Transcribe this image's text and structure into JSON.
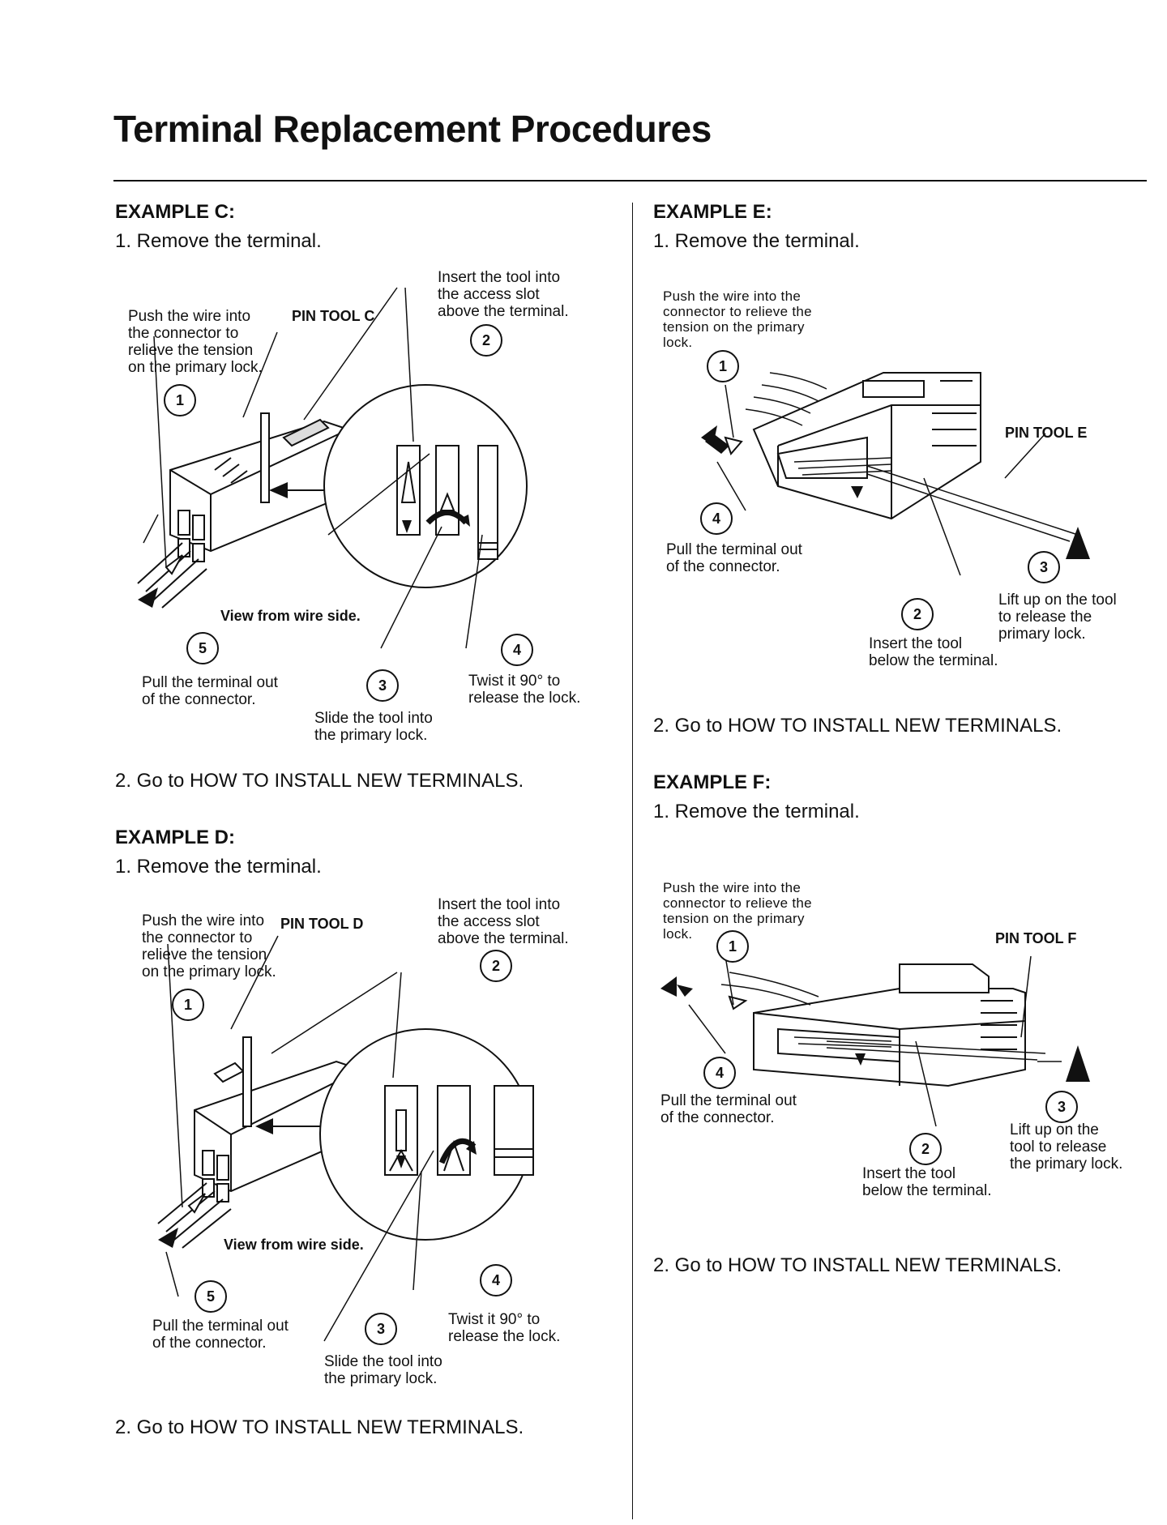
{
  "page_title": "Terminal Replacement Procedures",
  "examples": {
    "c": {
      "heading": "EXAMPLE C:",
      "step1": "1.  Remove the terminal.",
      "step2": "2.  Go to HOW TO INSTALL NEW TERMINALS.",
      "labels": {
        "push": "Push the wire into\nthe connector to\nrelieve the tension\non the primary lock.",
        "pin_tool": "PIN TOOL C",
        "insert": "Insert the tool into\nthe access slot\nabove the terminal.",
        "view": "View from wire side.",
        "pull": "Pull the terminal out\nof the connector.",
        "slide": "Slide the tool into\nthe primary lock.",
        "twist": "Twist it 90° to\nrelease the lock."
      }
    },
    "d": {
      "heading": "EXAMPLE D:",
      "step1": "1.  Remove the terminal.",
      "step2": "2.  Go to HOW TO INSTALL NEW TERMINALS.",
      "labels": {
        "push": "Push the wire into\nthe connector to\nrelieve the tension\non the primary lock.",
        "pin_tool": "PIN TOOL D",
        "insert": "Insert the tool into\nthe access slot\nabove the terminal.",
        "view": "View from wire side.",
        "pull": "Pull the terminal out\nof the connector.",
        "slide": "Slide the tool into\nthe primary lock.",
        "twist": "Twist it 90° to\nrelease the lock."
      }
    },
    "e": {
      "heading": "EXAMPLE E:",
      "step1": "1.  Remove the terminal.",
      "step2": "2.  Go to HOW TO INSTALL NEW TERMINALS.",
      "labels": {
        "push": "Push the wire into the\nconnector to relieve the\ntension on the primary\nlock.",
        "pin_tool": "PIN TOOL E",
        "pull": "Pull the terminal out\nof the connector.",
        "lift": "Lift up on the tool\nto release the\nprimary lock.",
        "insert": "Insert the tool\nbelow the terminal."
      }
    },
    "f": {
      "heading": "EXAMPLE F:",
      "step1": "1.  Remove the terminal.",
      "step2": "2.  Go to HOW TO INSTALL NEW TERMINALS.",
      "labels": {
        "push": "Push the wire into the\nconnector to relieve the\ntension on the primary\nlock.",
        "pin_tool": "PIN TOOL F",
        "pull": "Pull the terminal out\nof the connector.",
        "lift": "Lift up on the\ntool to release\nthe primary lock.",
        "insert": "Insert the tool\nbelow the terminal."
      }
    }
  },
  "callout_numbers": [
    "1",
    "2",
    "3",
    "4",
    "5"
  ]
}
